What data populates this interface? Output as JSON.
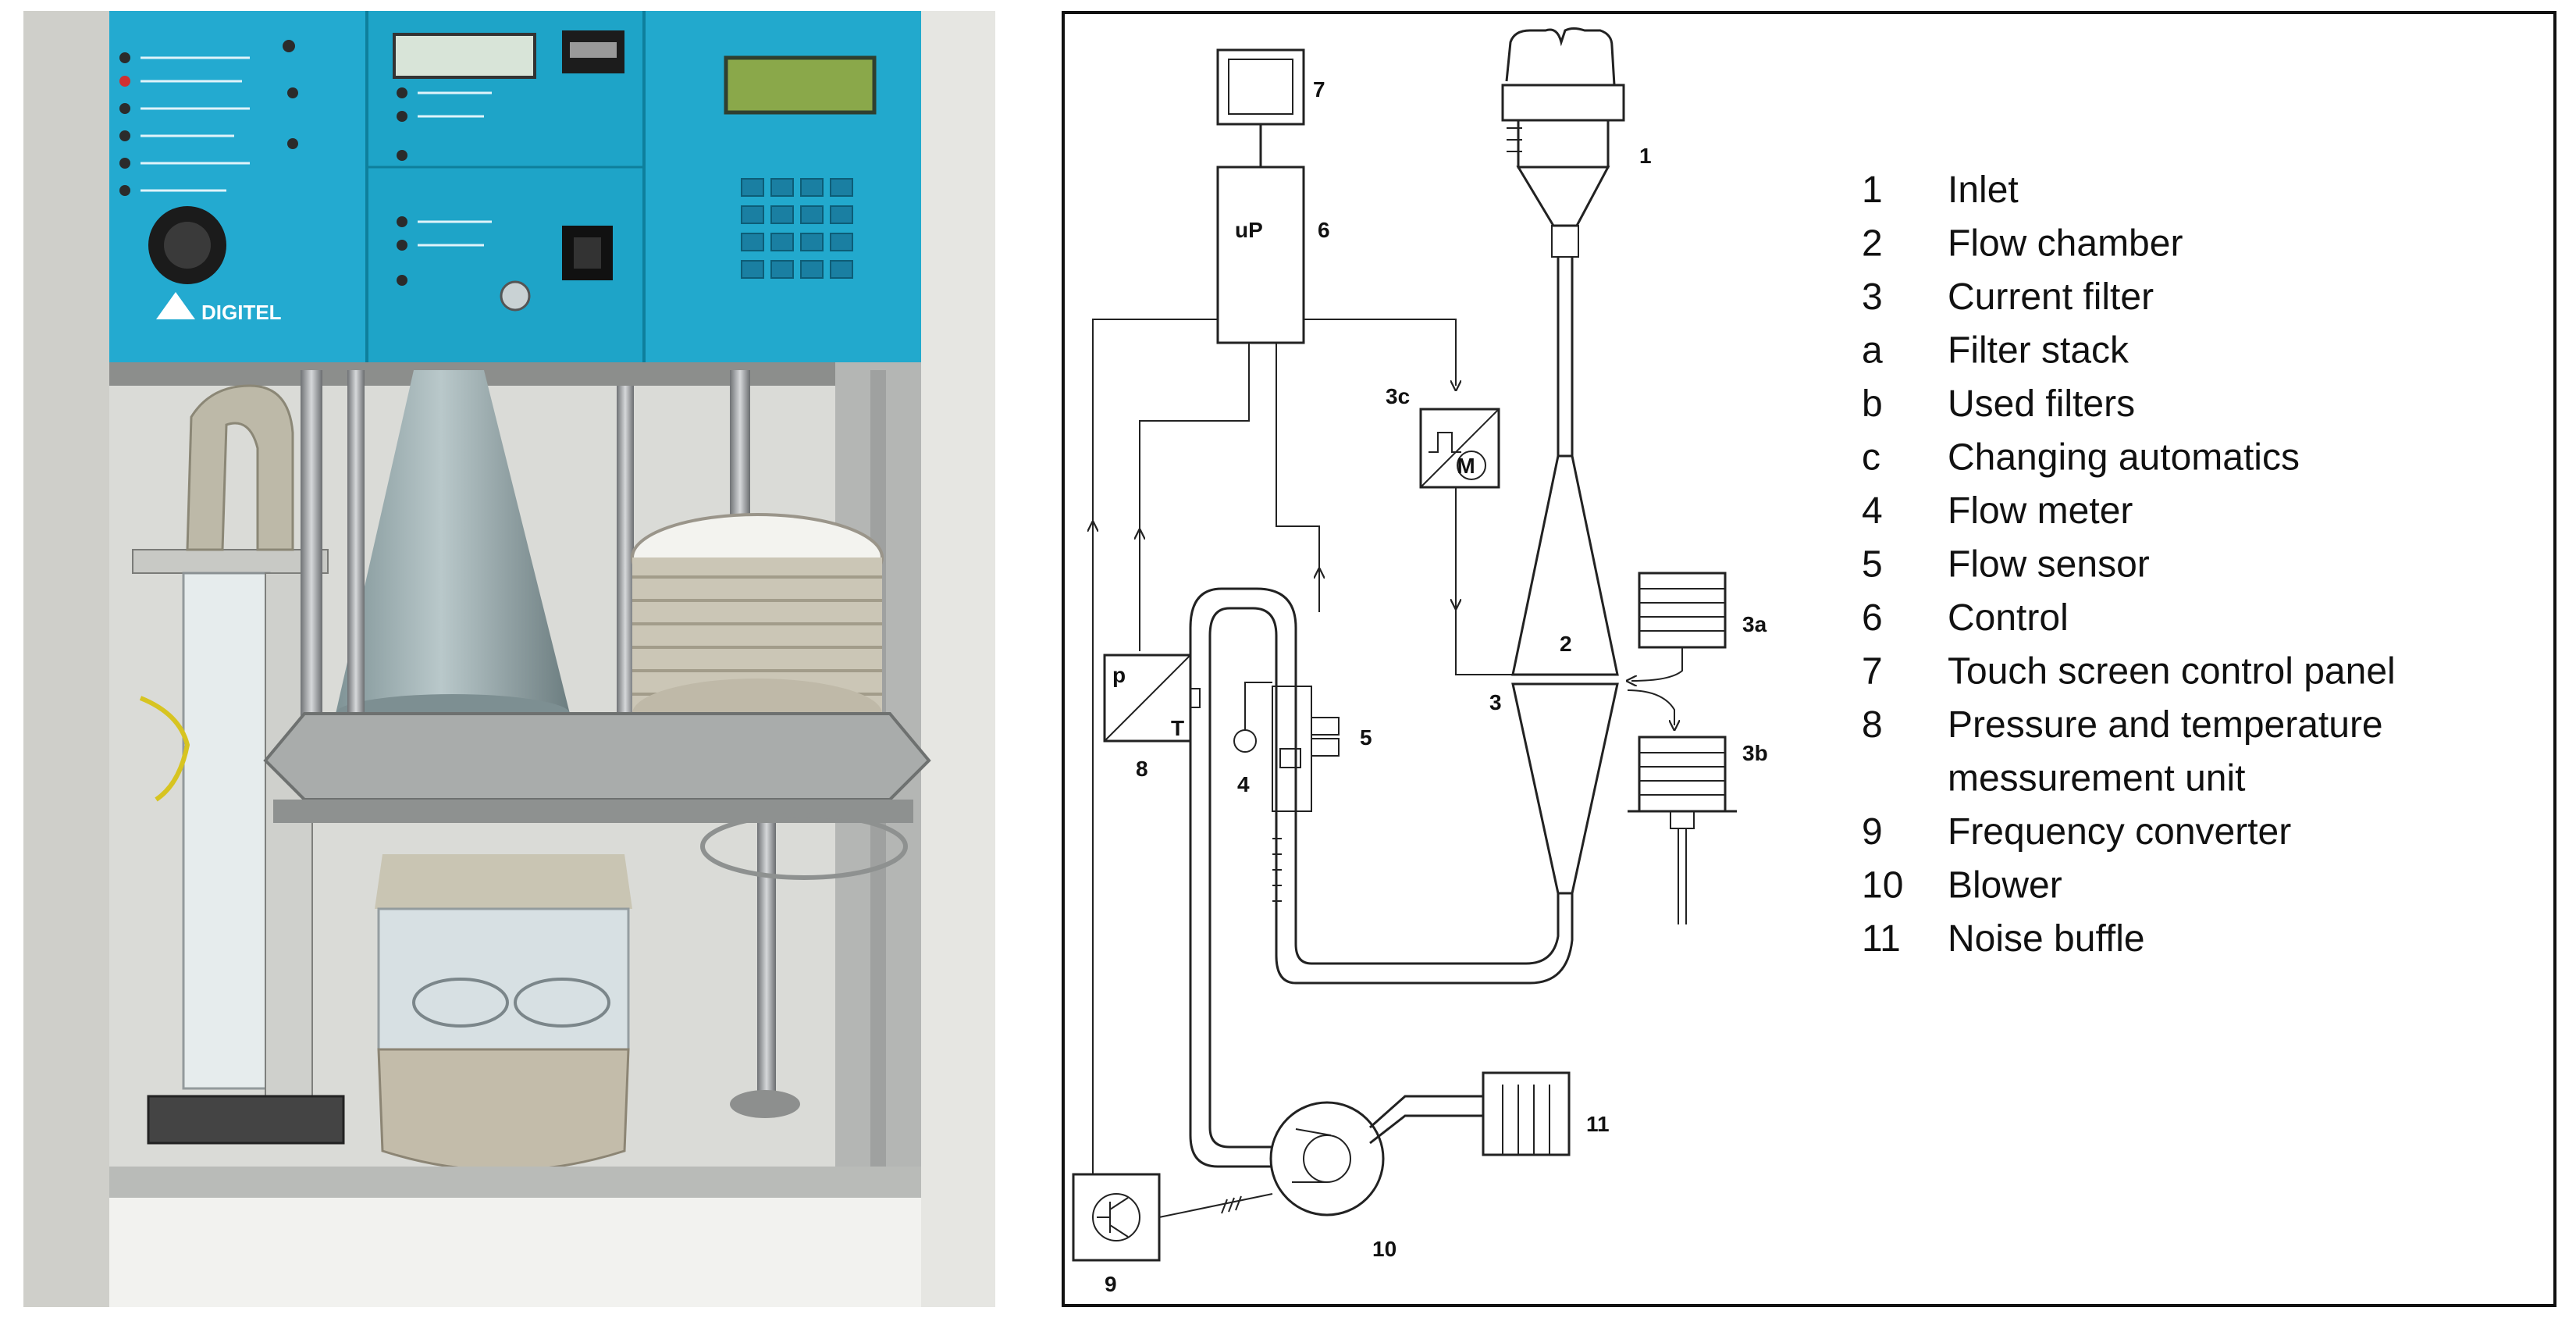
{
  "photo": {
    "brand": "DIGITEL"
  },
  "diagram": {
    "component_labels": {
      "inlet": "1",
      "flow_chamber": "2",
      "current_filter": "3",
      "filter_stack": "3a",
      "used_filters": "3b",
      "changing_automatics": "3c",
      "flow_meter": "4",
      "flow_sensor": "5",
      "control": "6",
      "touch_screen": "7",
      "pt_unit": "8",
      "frequency_converter": "9",
      "blower": "10",
      "noise_buffle": "11",
      "control_text": "uP",
      "motor_symbol": "M",
      "pressure_symbol": "p",
      "temperature_symbol": "T"
    },
    "legend": [
      {
        "key": "1",
        "text": "Inlet"
      },
      {
        "key": "2",
        "text": "Flow chamber"
      },
      {
        "key": "3",
        "text": "Current filter"
      },
      {
        "key": "a",
        "text": "Filter stack"
      },
      {
        "key": "b",
        "text": "Used filters"
      },
      {
        "key": "c",
        "text": "Changing automatics"
      },
      {
        "key": "4",
        "text": "Flow meter"
      },
      {
        "key": "5",
        "text": "Flow sensor"
      },
      {
        "key": "6",
        "text": "Control"
      },
      {
        "key": "7",
        "text": "Touch screen control panel"
      },
      {
        "key": "8",
        "text": "Pressure and temperature"
      },
      {
        "key": "",
        "text": "messurement unit"
      },
      {
        "key": "9",
        "text": "Frequency converter"
      },
      {
        "key": "10",
        "text": "Blower"
      },
      {
        "key": "11",
        "text": "Noise buffle"
      }
    ]
  }
}
